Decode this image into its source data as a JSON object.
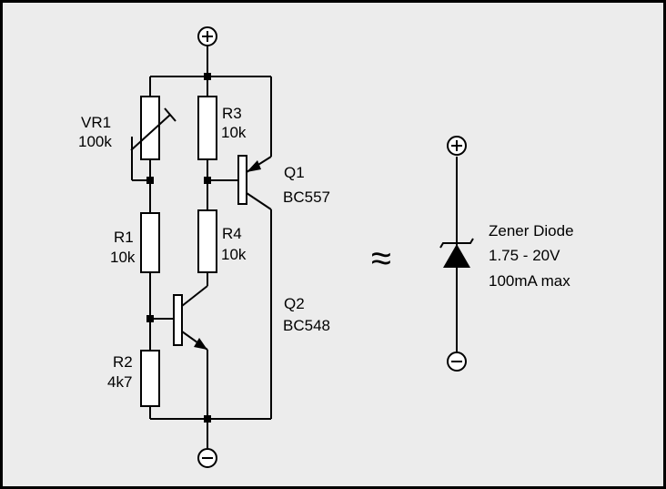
{
  "circuit": {
    "terminals": {
      "positive": "+",
      "negative": "−"
    },
    "components": {
      "vr1": {
        "ref": "VR1",
        "value": "100k"
      },
      "r1": {
        "ref": "R1",
        "value": "10k"
      },
      "r2": {
        "ref": "R2",
        "value": "4k7"
      },
      "r3": {
        "ref": "R3",
        "value": "10k"
      },
      "r4": {
        "ref": "R4",
        "value": "10k"
      },
      "q1": {
        "ref": "Q1",
        "part": "BC557"
      },
      "q2": {
        "ref": "Q2",
        "part": "BC548"
      }
    }
  },
  "equivalence_symbol": "≈",
  "zener": {
    "terminals": {
      "positive": "+",
      "negative": "−"
    },
    "label_lines": [
      "Zener Diode",
      "1.75 - 20V",
      "100mA max"
    ]
  },
  "colors": {
    "background": "#ececec",
    "line": "#000000",
    "fill": "#ffffff"
  }
}
